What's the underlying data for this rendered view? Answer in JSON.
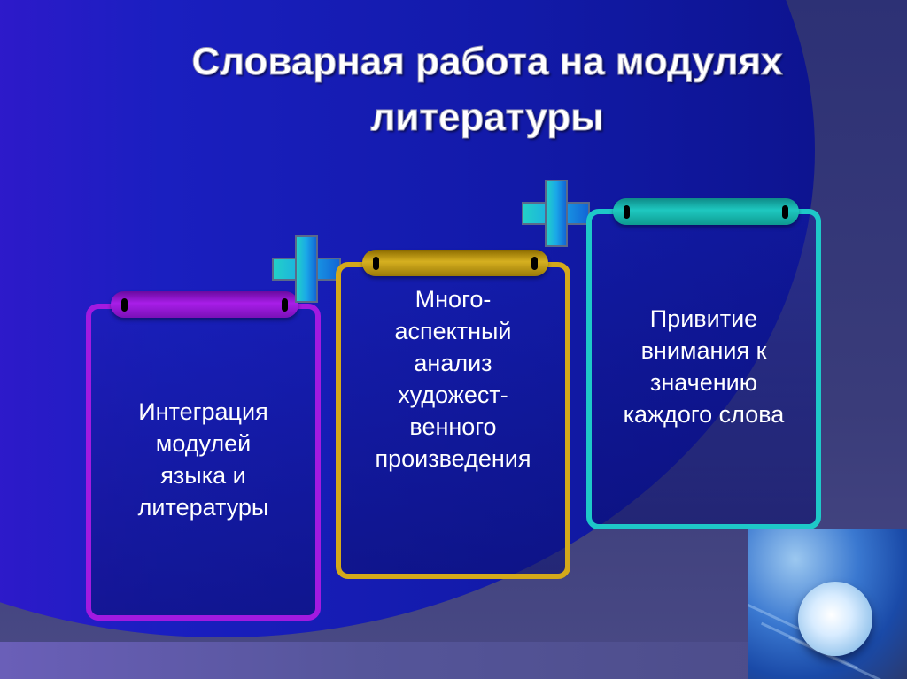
{
  "slide": {
    "title_line1": "Словарная работа на модулях",
    "title_line2": "литературы",
    "cards": [
      {
        "lines": [
          "Интеграция",
          "модулей",
          "языка и",
          "литературы"
        ],
        "border_color": "#a21ae0",
        "scroll_color": "#9b18d8"
      },
      {
        "lines": [
          "Много-",
          "аспектный",
          "анализ",
          "художест-",
          "венного",
          "произведения"
        ],
        "border_color": "#d4a91a",
        "scroll_color": "#c9a010"
      },
      {
        "lines": [
          "Привитие",
          "внимания к",
          "значению",
          "каждого слова"
        ],
        "border_color": "#1ec8c8",
        "scroll_color": "#18b8b0"
      }
    ],
    "plus_icons": [
      "plus-icon",
      "plus-icon"
    ],
    "image": "pearl-photo"
  }
}
